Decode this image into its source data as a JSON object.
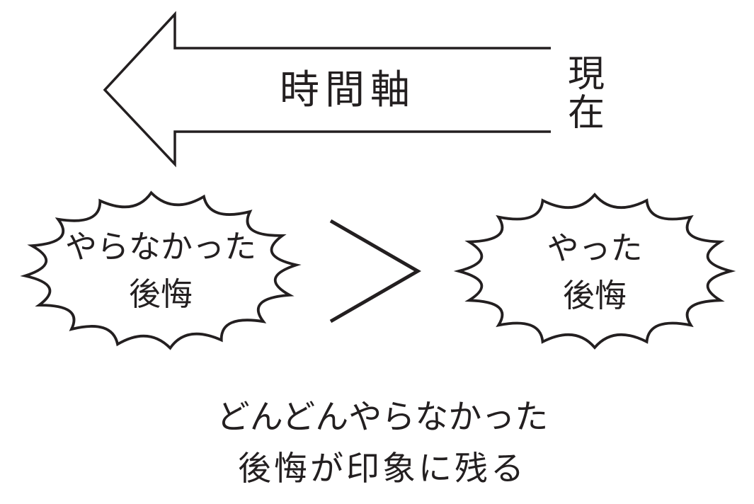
{
  "colors": {
    "ink": "#231f20",
    "background": "#ffffff"
  },
  "diagram": {
    "timeline": {
      "arrow_label": "時間軸",
      "origin_label": "現在",
      "arrow_direction": "left"
    },
    "comparison": {
      "left_burst": {
        "lines": [
          "やらなかった",
          "後悔"
        ]
      },
      "operator": ">",
      "right_burst": {
        "lines": [
          "やった",
          "後悔"
        ]
      }
    },
    "caption": {
      "lines": [
        "どんどんやらなかった",
        "後悔が印象に残る"
      ]
    }
  }
}
